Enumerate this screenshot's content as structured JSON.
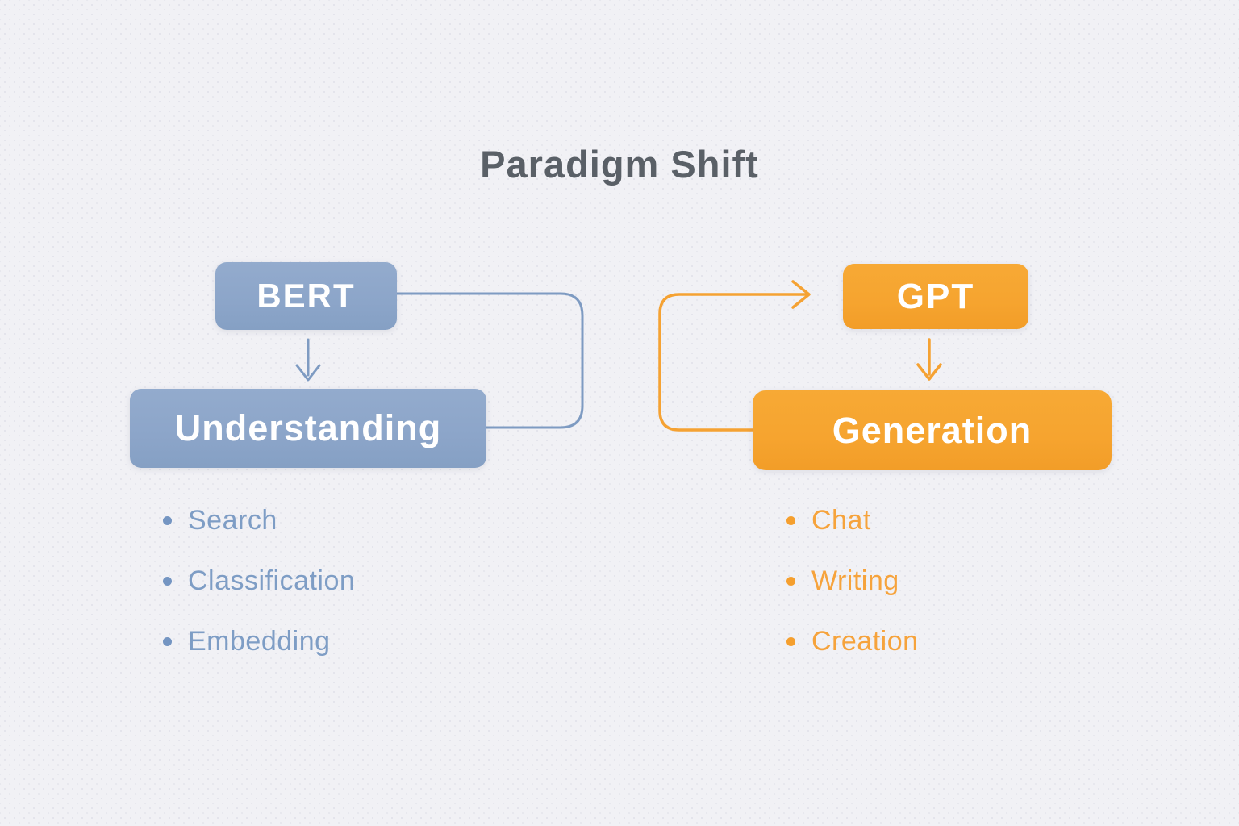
{
  "title": "Paradigm Shift",
  "left_column": {
    "model_box": "BERT",
    "capability_box": "Understanding",
    "bullets": [
      "Search",
      "Classification",
      "Embedding"
    ]
  },
  "right_column": {
    "model_box": "GPT",
    "capability_box": "Generation",
    "bullets": [
      "Chat",
      "Writing",
      "Creation"
    ]
  },
  "colors": {
    "background": "#F1F1F5",
    "title-text": "#5A6067",
    "blue-box": "#8CA5C9",
    "blue-line": "#7E9BC2",
    "blue-text": "#7E9DC5",
    "blue-dot": "#7495C2",
    "orange-box": "#F6A42F",
    "orange-line": "#F5A233",
    "orange-text": "#F6A33C",
    "orange-dot": "#F59F2E",
    "box-text": "#FFFFFF"
  }
}
